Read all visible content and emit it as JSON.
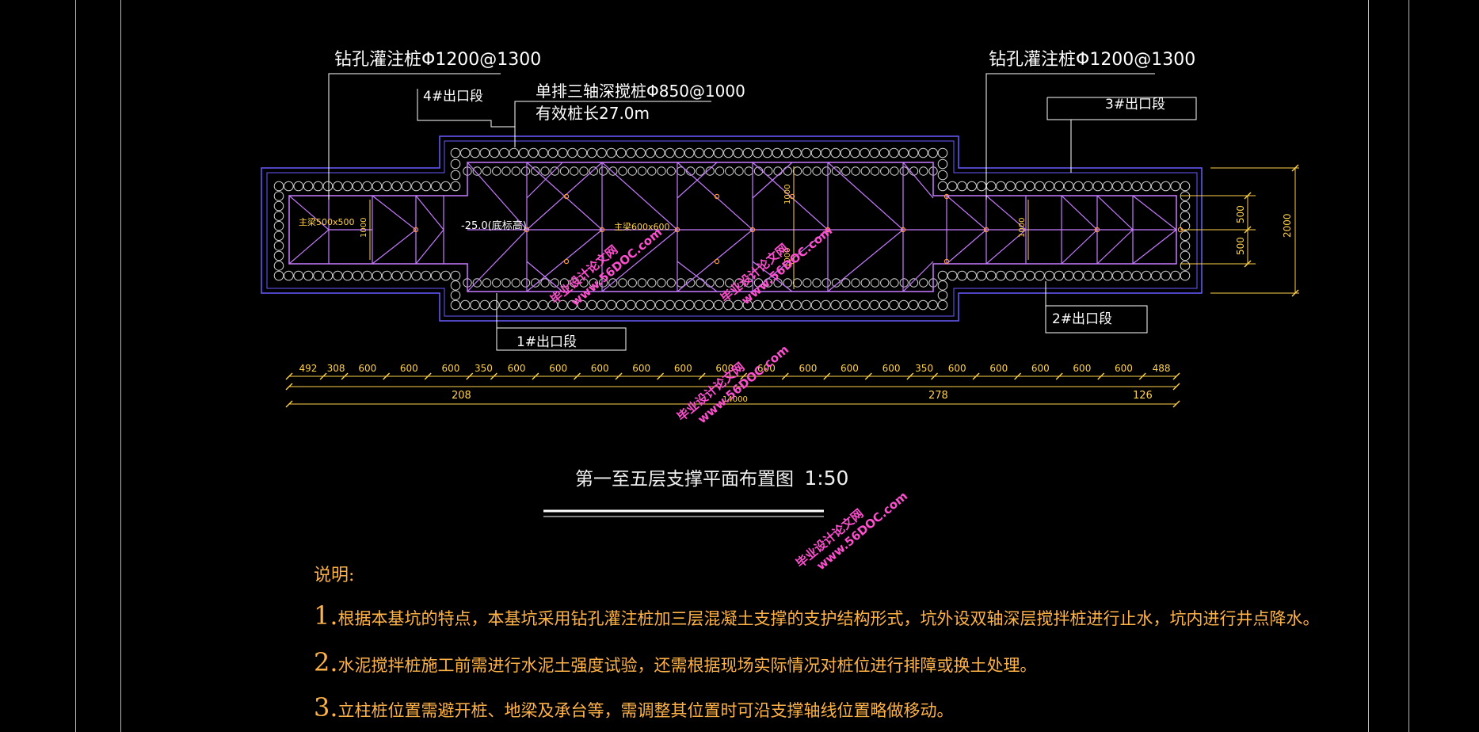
{
  "labels": {
    "pile_left": "钻孔灌注桩Φ1200@1300",
    "pile_right": "钻孔灌注桩Φ1200@1300",
    "exit4": "4#出口段",
    "exit3": "3#出口段",
    "exit1": "1#出口段",
    "exit2": "2#出口段",
    "mixing_pile": "单排三轴深搅桩Φ850@1000",
    "effective_length": "有效桩长27.0m",
    "depth": "-25.0(底标高)",
    "beam_left": "主梁500x500",
    "beam_mid": "主梁600x600"
  },
  "dims": {
    "top_row": [
      "492",
      "308",
      "600",
      "600",
      "600",
      "350",
      "600",
      "600",
      "600",
      "600",
      "600",
      "600",
      "600",
      "600",
      "600",
      "600",
      "350",
      "600",
      "600",
      "600",
      "600",
      "600",
      "488"
    ],
    "sub": {
      "left": "208",
      "mid": "278",
      "right": "126"
    },
    "total": "14000",
    "vertical": {
      "left_1000": "1000",
      "inner_1000a": "1000",
      "inner_1000b": "1000",
      "right_1000": "1000",
      "r500a": "500",
      "r500b": "500",
      "r2000": "2000"
    }
  },
  "title": {
    "main": "第一至五层支撑平面布置图",
    "scale": "1:50"
  },
  "notes": {
    "heading": "说明:",
    "n1_num": "1.",
    "n1": "根据本基坑的特点，本基坑采用钻孔灌注桩加三层混凝土支撑的支护结构形式，坑外设双轴深层搅拌桩进行止水，坑内进行井点降水。",
    "n2_num": "2.",
    "n2": "水泥搅拌桩施工前需进行水泥土强度试验，还需根据现场实际情况对桩位进行排障或换土处理。",
    "n3_num": "3.",
    "n3": "立柱桩位置需避开桩、地梁及承台等，需调整其位置时可沿支撑轴线位置略做移动。"
  },
  "watermarks": [
    {
      "a": "毕业设计论文网",
      "b": "www.56DOC.com"
    },
    {
      "a": "毕业设计论文网",
      "b": "www.56DOC.com"
    },
    {
      "a": "毕业设计论文网",
      "b": "www.56DOC.com"
    },
    {
      "a": "毕业设计论文网",
      "b": "www.56DOC.com"
    }
  ],
  "colors": {
    "wall": "#6a5cff",
    "pile": "#cfcfcf",
    "brace": "#c77bff",
    "dim": "#ffd24a",
    "leader": "#ffffff",
    "note": "#ffb347"
  }
}
